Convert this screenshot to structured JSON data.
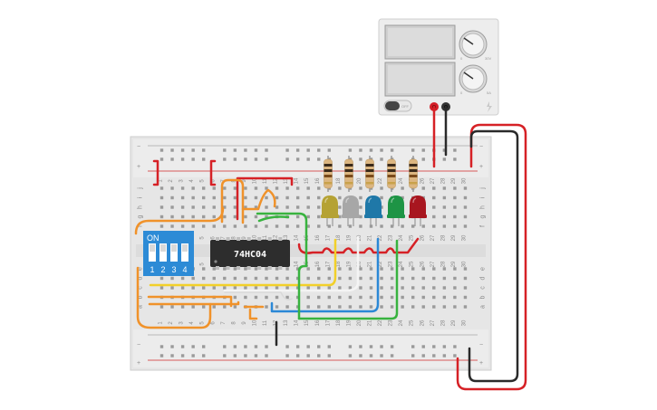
{
  "chip": {
    "label": "74HC04"
  },
  "dip_switch": {
    "label": "ON",
    "numbers": [
      "1",
      "2",
      "3",
      "4"
    ]
  },
  "power_supply": {
    "button_label": "OFF",
    "volt_label": "30V",
    "amp_label": "5A",
    "zero_label": "0"
  },
  "rails": {
    "minus": "−",
    "plus": "+"
  },
  "row_letters_top": [
    "j",
    "i",
    "h",
    "g",
    "f"
  ],
  "row_letters_bottom": [
    "e",
    "d",
    "c",
    "b",
    "a"
  ],
  "column_numbers": [
    "1",
    "2",
    "3",
    "4",
    "5",
    "6",
    "7",
    "8",
    "9",
    "10",
    "11",
    "12",
    "13",
    "14",
    "15",
    "16",
    "17",
    "18",
    "19",
    "20",
    "21",
    "22",
    "23",
    "24",
    "25",
    "26",
    "27",
    "28",
    "29",
    "30"
  ],
  "leds": [
    {
      "color_name": "yellow",
      "color": "#b5a234"
    },
    {
      "color_name": "white",
      "color": "#a7a7a7"
    },
    {
      "color_name": "blue",
      "color": "#1f78a8"
    },
    {
      "color_name": "green",
      "color": "#1e9445"
    },
    {
      "color_name": "red",
      "color": "#a8161f"
    }
  ],
  "wire_colors": {
    "red": "#d62126",
    "black": "#2a2a2a",
    "orange": "#f0922a",
    "yellow": "#f2d029",
    "green": "#38b33f",
    "blue": "#2b88d6",
    "white": "#f4f4f4"
  }
}
